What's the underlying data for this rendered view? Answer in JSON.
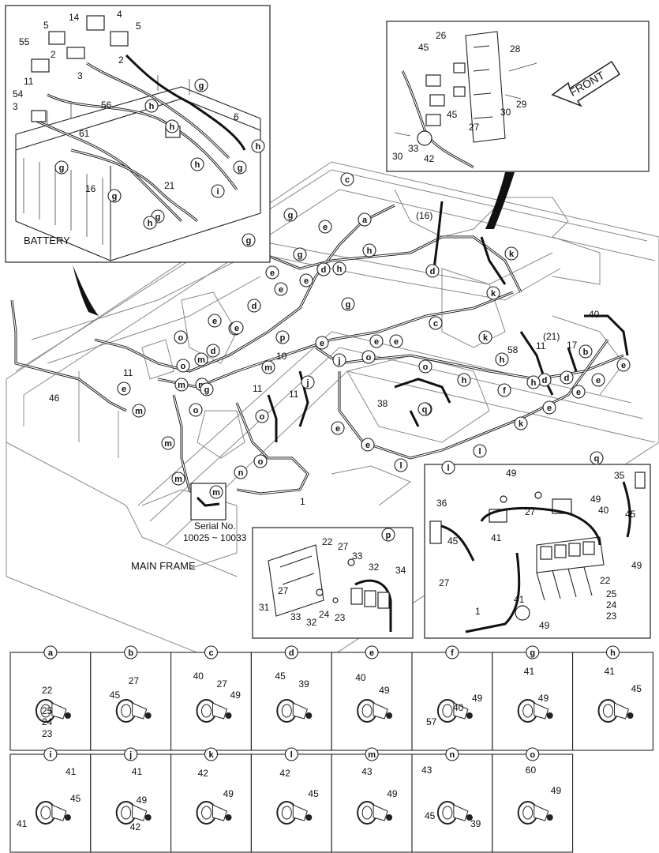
{
  "labels": {
    "battery": "BATTERY",
    "main_frame": "MAIN FRAME",
    "front": "FRONT",
    "serial_line1": "Serial No.",
    "serial_line2": "10025 ~ 10033"
  },
  "battery_callouts": [
    "55",
    "5",
    "14",
    "4",
    "5",
    "2",
    "3",
    "2",
    "11",
    "54",
    "3",
    "56",
    "61",
    "16",
    "21",
    "6"
  ],
  "battery_circles": [
    "g",
    "h",
    "g",
    "h",
    "g",
    "g",
    "h",
    "h",
    "i",
    "g",
    "h"
  ],
  "top_right_callouts": [
    "26",
    "45",
    "28",
    "45",
    "29",
    "30",
    "27",
    "33",
    "30",
    "42"
  ],
  "main_callouts": [
    "(16)",
    "(21)",
    "11",
    "58",
    "17",
    "10",
    "11",
    "11",
    "46",
    "11",
    "38",
    "40",
    "1",
    "1"
  ],
  "main_circles": [
    "c",
    "a",
    "g",
    "g",
    "e",
    "g",
    "e",
    "g",
    "h",
    "d",
    "h",
    "e",
    "e",
    "d",
    "g",
    "d",
    "k",
    "k",
    "e",
    "d",
    "e",
    "c",
    "k",
    "o",
    "e",
    "m",
    "d",
    "o",
    "m",
    "o",
    "e",
    "m",
    "m",
    "p",
    "e",
    "c",
    "h",
    "b",
    "d",
    "e",
    "e",
    "j",
    "o",
    "o",
    "j",
    "h",
    "d",
    "h",
    "f",
    "e",
    "e",
    "q",
    "k",
    "e",
    "l",
    "l",
    "o",
    "o",
    "n",
    "m",
    "m",
    "m",
    "g",
    "o",
    "e",
    "m",
    "e",
    "l"
  ],
  "p_callouts": [
    "22",
    "27",
    "33",
    "32",
    "34",
    "31",
    "27",
    "33",
    "32",
    "24",
    "23"
  ],
  "q_callouts": [
    "49",
    "35",
    "36",
    "27",
    "49",
    "40",
    "45",
    "45",
    "41",
    "49",
    "27",
    "22",
    "25",
    "24",
    "23",
    "41",
    "49",
    "1"
  ],
  "details": [
    {
      "letter": "a",
      "parts": [
        "22",
        "25",
        "24",
        "23"
      ]
    },
    {
      "letter": "b",
      "parts": [
        "27",
        "45"
      ]
    },
    {
      "letter": "c",
      "parts": [
        "40",
        "27",
        "49"
      ]
    },
    {
      "letter": "d",
      "parts": [
        "45",
        "39"
      ]
    },
    {
      "letter": "e",
      "parts": [
        "40",
        "49"
      ]
    },
    {
      "letter": "f",
      "parts": [
        "57",
        "40",
        "49"
      ]
    },
    {
      "letter": "g",
      "parts": [
        "41",
        "49"
      ]
    },
    {
      "letter": "h",
      "parts": [
        "41",
        "45"
      ]
    },
    {
      "letter": "i",
      "parts": [
        "41",
        "45",
        "41"
      ]
    },
    {
      "letter": "j",
      "parts": [
        "41",
        "49",
        "42"
      ]
    },
    {
      "letter": "k",
      "parts": [
        "42",
        "49"
      ]
    },
    {
      "letter": "l",
      "parts": [
        "42",
        "45"
      ]
    },
    {
      "letter": "m",
      "parts": [
        "43",
        "49"
      ]
    },
    {
      "letter": "n",
      "parts": [
        "43",
        "45",
        "39"
      ]
    },
    {
      "letter": "o",
      "parts": [
        "60",
        "49"
      ]
    }
  ]
}
